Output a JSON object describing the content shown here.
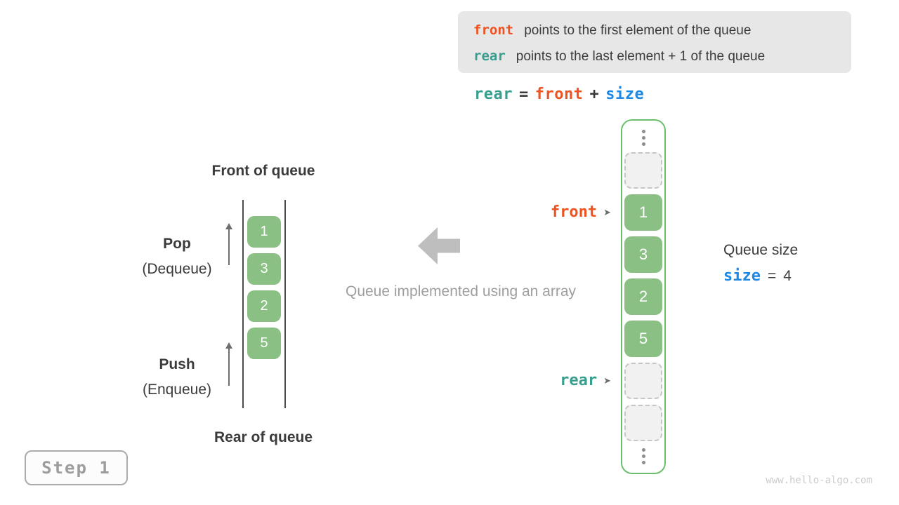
{
  "colors": {
    "orange": "#EE5322",
    "teal": "#389E8E",
    "blue": "#1E88E5",
    "green_fill": "#8BC085",
    "green_border": "#6CBE6C",
    "text_dark": "#3B3B3B",
    "caption_gray": "#9E9E9E",
    "big_arrow_gray": "#BEBEBE",
    "pointer_arrow_gray": "#6E6E6E",
    "small_arrow_gray": "#6E6E6E",
    "line_dark": "#4C4C4C",
    "empty_bg": "#F1F1F1",
    "empty_border": "#C6C6C6",
    "dots_gray": "#8C8C8C",
    "info_bg": "#E7E7E7",
    "step_text": "#9C9C9C",
    "step_border": "#ABABAB",
    "step_bg": "#FCFCFC",
    "watermark_gray": "#CBCBCB",
    "cell_text": "#FFFFFF"
  },
  "info_box": {
    "line1": {
      "code": "front",
      "text": "points to the first element of the queue"
    },
    "line2": {
      "code": "rear",
      "text": "points to the last element + 1 of the queue"
    }
  },
  "formula": {
    "lhs": "rear",
    "eq": "=",
    "mid": "front",
    "plus": "+",
    "rhs": "size"
  },
  "left_diagram": {
    "front_label": "Front of queue",
    "rear_label": "Rear of queue",
    "pop_title": "Pop",
    "pop_subtitle": "(Dequeue)",
    "push_title": "Push",
    "push_subtitle": "(Enqueue)",
    "values": [
      "1",
      "3",
      "2",
      "5"
    ]
  },
  "middle": {
    "caption": "Queue implemented using an array"
  },
  "array_view": {
    "front_pointer": "front",
    "rear_pointer": "rear",
    "pointer_arrow": "➤",
    "cells": [
      {
        "type": "dots"
      },
      {
        "type": "empty"
      },
      {
        "type": "value",
        "value": "1"
      },
      {
        "type": "value",
        "value": "3"
      },
      {
        "type": "value",
        "value": "2"
      },
      {
        "type": "value",
        "value": "5"
      },
      {
        "type": "empty"
      },
      {
        "type": "empty"
      },
      {
        "type": "dots"
      }
    ]
  },
  "queue_size": {
    "title": "Queue size",
    "code": "size",
    "equals": "=",
    "value": "4"
  },
  "step_badge": "Step 1",
  "watermark": "www.hello-algo.com"
}
